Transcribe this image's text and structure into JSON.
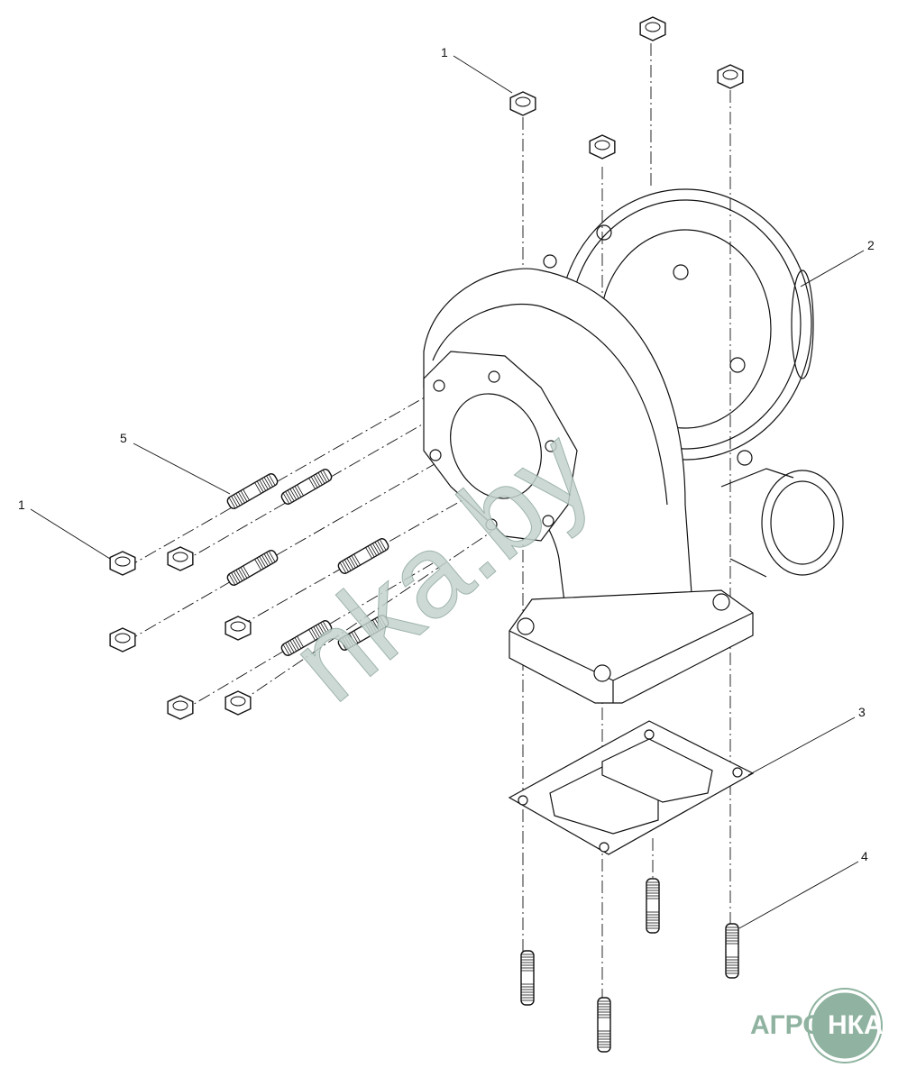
{
  "diagram": {
    "callouts": [
      {
        "id": "callout-1-top",
        "label": "1"
      },
      {
        "id": "callout-1-left",
        "label": "1"
      },
      {
        "id": "callout-2",
        "label": "2"
      },
      {
        "id": "callout-3",
        "label": "3"
      },
      {
        "id": "callout-4",
        "label": "4"
      },
      {
        "id": "callout-5",
        "label": "5"
      }
    ],
    "watermark": "nka.by",
    "logo": {
      "left": "АГРО",
      "right": "НКА",
      "color": "#8fb3a0"
    },
    "line_color": "#111111"
  }
}
